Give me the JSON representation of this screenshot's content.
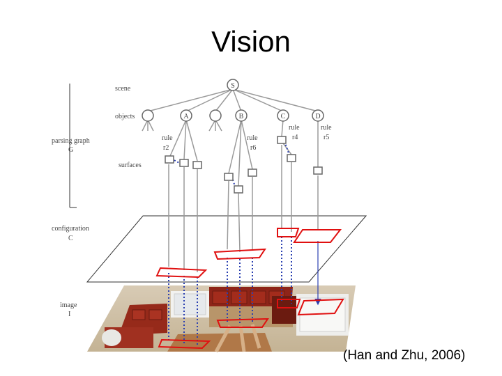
{
  "title": "Vision",
  "citation": "(Han and Zhu, 2006)",
  "diagram": {
    "level_labels": {
      "scene": "scene",
      "objects": "objects",
      "parsing_graph": "parsing graph",
      "parsing_graph_symbol": "G",
      "surfaces": "surfaces",
      "configuration": "configuration",
      "configuration_symbol": "C",
      "image": "image",
      "image_symbol": "I"
    },
    "nodes": {
      "root": "S",
      "objects": [
        "",
        "A",
        "",
        "B",
        "C",
        "D"
      ]
    },
    "rules": [
      {
        "word": "rule",
        "symbol": "r2"
      },
      {
        "word": "rule",
        "symbol": "r6"
      },
      {
        "word": "rule",
        "symbol": "r4"
      },
      {
        "word": "rule",
        "symbol": "r5"
      }
    ],
    "colors": {
      "tree_line": "#9a9a9a",
      "highlight": "#e01010",
      "dotted_link": "#2a3fb0",
      "arrow": "#2a3fb0"
    }
  }
}
